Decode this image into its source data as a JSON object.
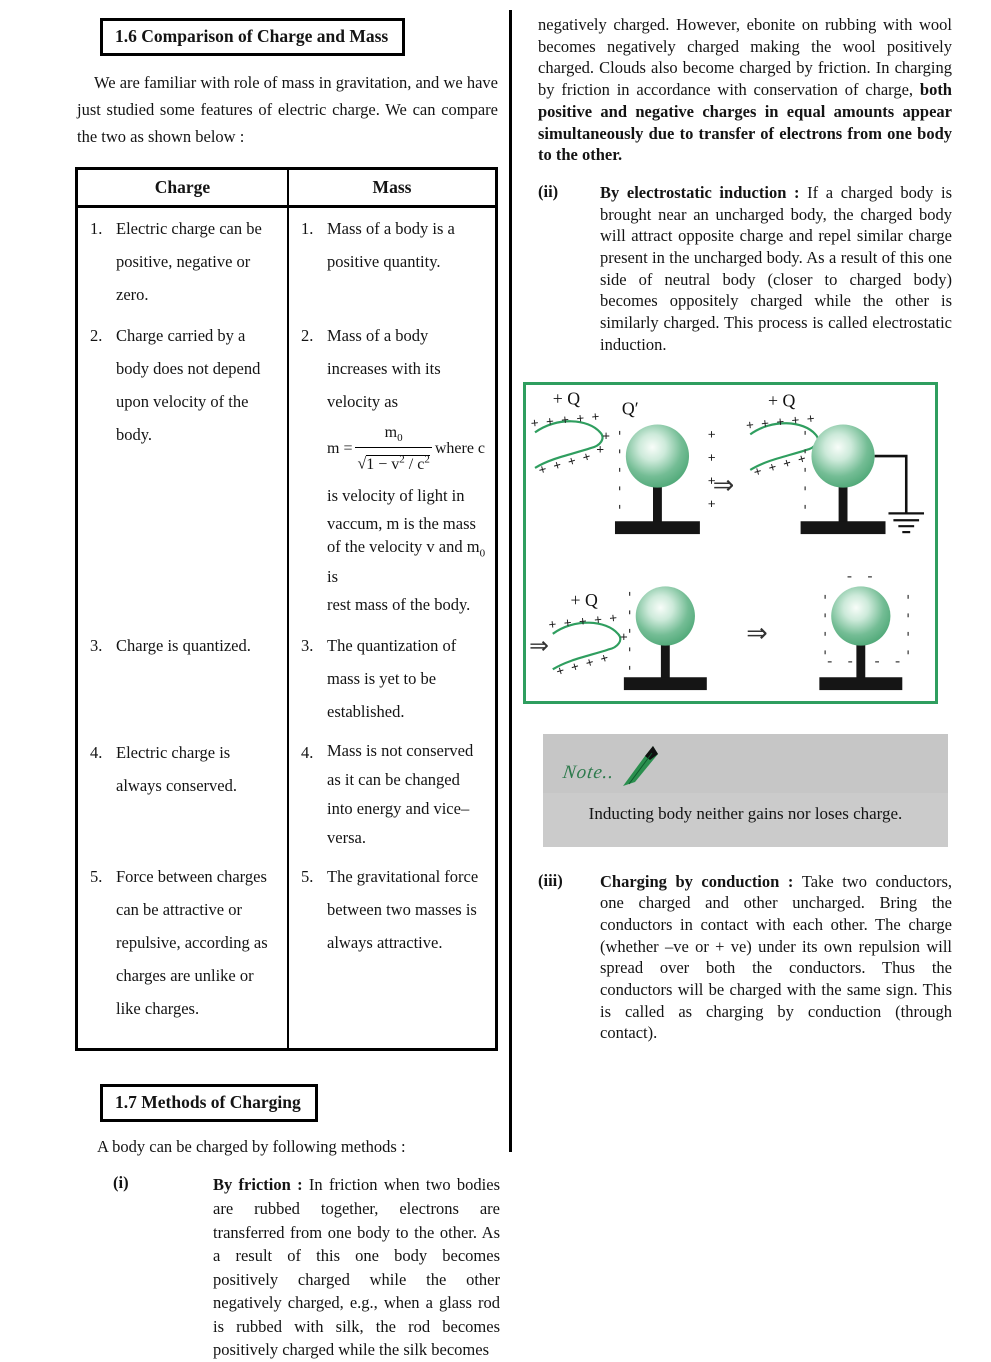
{
  "left": {
    "s16": {
      "heading": "1.6 Comparison of Charge and Mass",
      "intro": "We are familiar with role of mass in gravitation, and we have just studied some features of electric charge. We can compare the two as shown below :"
    },
    "table": {
      "headers": [
        "Charge",
        "Mass"
      ],
      "rows": [
        {
          "n": "1.",
          "mn": "1.",
          "charge": "Electric charge can be positive, negative or zero.",
          "mass": "Mass of a body is a positive quantity."
        },
        {
          "n": "2.",
          "mn": "2.",
          "charge": "Charge carried by a body does not depend upon velocity of the body."
        },
        {
          "n": "3.",
          "mn": "3.",
          "charge": "Charge is quantized.",
          "mass": "The quantization of mass is yet to be established."
        },
        {
          "n": "4.",
          "mn": "4.",
          "charge": "Electric charge is always conserved.",
          "mass": "Mass is not conserved as it can be changed into energy and vice–versa."
        },
        {
          "n": "5.",
          "mn": "5.",
          "charge": "Force between charges can be attractive or repulsive, according as charges are unlike or like charges.",
          "mass": "The gravitational force between two masses is always attractive."
        }
      ],
      "row2_mass": {
        "p1": "Mass of a body increases with its velocity as",
        "formula": {
          "lhs": "m =",
          "num_base": "m",
          "num_sub": "0",
          "radical": "√",
          "expr_a": "1 − v",
          "sup_a": "2",
          "expr_b": " / c",
          "sup_b": "2",
          "where": "where c"
        },
        "p2": "is velocity of light in",
        "p3a": "vaccum, m is the mass of the velocity v and m",
        "p3sub": "0",
        "p3b": " is",
        "p4": "rest mass of the body."
      }
    },
    "s17": {
      "heading": "1.7 Methods of Charging",
      "intro": "A body can be charged by following methods :",
      "item1": {
        "num": "(i)",
        "lead": "By friction : ",
        "text": "In friction when two bodies are rubbed together, electrons are transferred from one body to the other. As a result of this one body becomes positively charged while the other negatively charged, e.g., when a glass rod is rubbed with silk, the rod becomes positively charged while the silk becomes"
      }
    }
  },
  "right": {
    "cont": {
      "normal": "negatively charged. However, ebonite on rubbing with wool becomes negatively charged making the wool positively charged. Clouds also become charged by friction. In charging by friction in accordance with conservation of charge, ",
      "bold": "both positive and negative charges in equal amounts appear simultaneously due to transfer of electrons from one body to the other."
    },
    "item2": {
      "num": "(ii)",
      "lead": "By electrostatic induction : ",
      "text": "If a charged body is brought near an uncharged body, the charged body will attract opposite charge and repel similar charge present in the uncharged body. As a result of this one side of neutral body (closer to charged body) becomes oppositely charged while the other is similarly charged. This process is called electrostatic induction."
    },
    "figure": {
      "border_color": "#2f9e5f",
      "rod_label": "+ Q",
      "sphere_label": "Q′",
      "arrow": "⇒",
      "plus": "+",
      "plus_row5": "+ + + + +",
      "plus_row4": "+ + + +",
      "minus_col5": "- - - - -",
      "minus_col4": "- - - -",
      "plus_col4": "+ + + +",
      "minus_pair": "- -"
    },
    "note": {
      "script": "Note..",
      "text": "Inducting body neither gains nor loses charge."
    },
    "item3": {
      "num": "(iii)",
      "lead": "Charging by conduction : ",
      "text": "Take two conductors, one charged and other uncharged. Bring the conductors in contact with each other. The charge (whether –ve or + ve) under its own repulsion will spread over both the conductors. Thus the conductors will be charged with the same sign. This is called as charging by conduction (through contact)."
    }
  }
}
